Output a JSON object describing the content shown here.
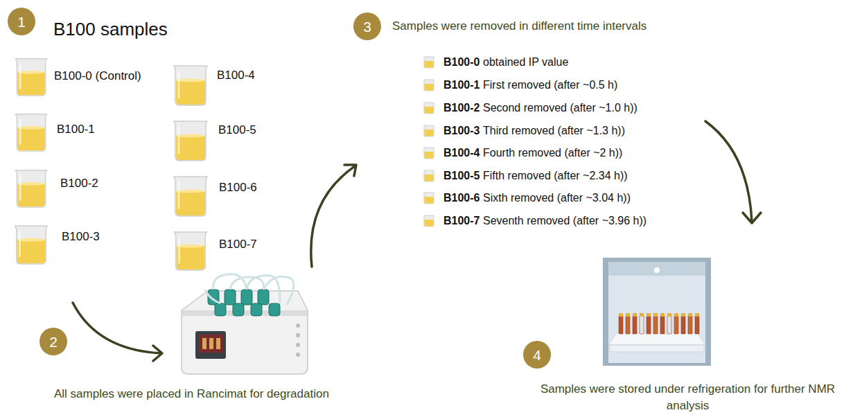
{
  "diagram": {
    "nodes": [
      {
        "text": [
          "1"
        ]
      },
      {
        "text": [
          "2"
        ]
      },
      {
        "text": [
          "3"
        ]
      },
      {
        "text": [
          "4"
        ]
      }
    ],
    "labels": [
      "B100 samples",
      "B100-0 (Control)",
      "B100-1",
      "B100-2",
      "B100-3",
      "B100-4",
      "B100-5",
      "B100-6",
      "B100-7",
      "All samples were placed in Rancimat for degradation",
      "Samples were removed in different time intervals",
      "B100-0",
      "obtained IP value",
      "B100-1",
      "First removed (after ~0.5 h)",
      "B100-2",
      "Second removed (after ~1.0 h))",
      "B100-3",
      "Third removed (after ~1.3 h))",
      "B100-4",
      "Fourth removed (after ~2 h))",
      "B100-5",
      "Fifth removed (after ~2.34 h))",
      "B100-6",
      "Sixth removed (after ~3.04 h))",
      "B100-7",
      "Seventh removed (after ~3.96 h))",
      "Samples were stored under refrigeration for further NMR analysis"
    ]
  }
}
